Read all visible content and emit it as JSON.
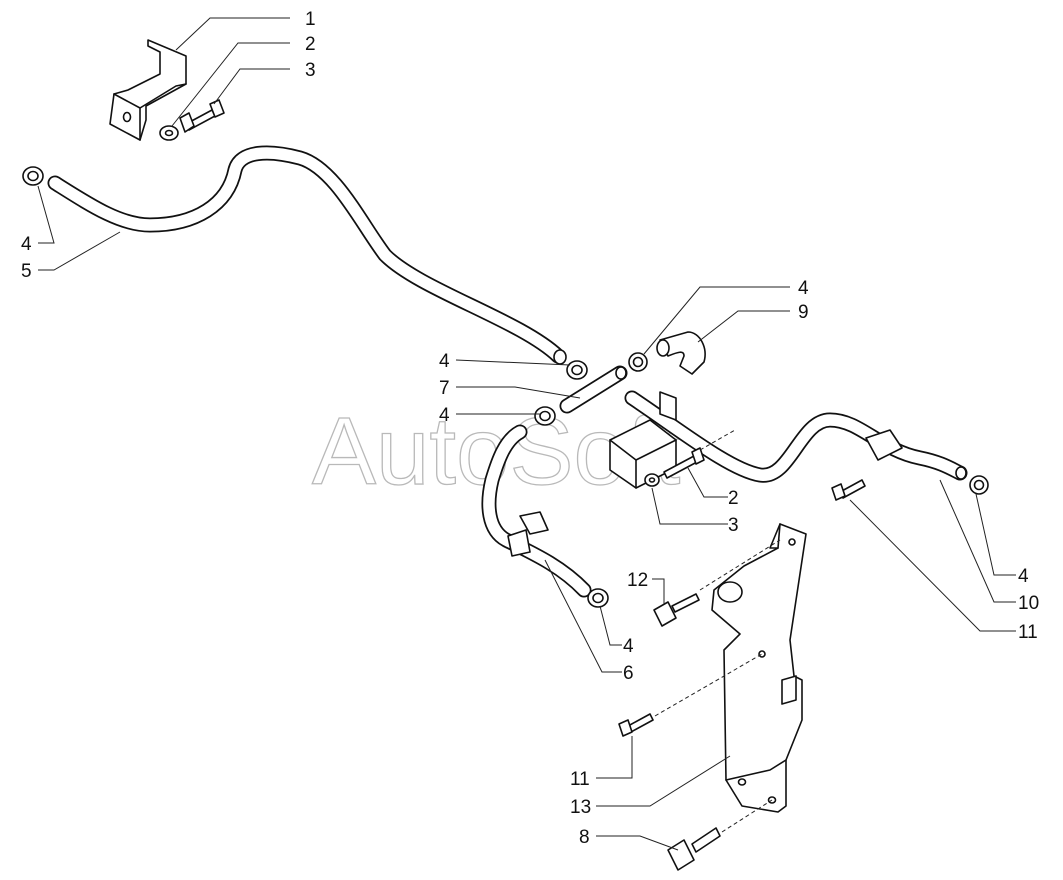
{
  "watermark": "AutoSoft",
  "callouts": {
    "c1": "1",
    "c2a": "2",
    "c3a": "3",
    "c4a": "4",
    "c5": "5",
    "c4b": "4",
    "c9": "9",
    "c4c": "4",
    "c7": "7",
    "c4d": "4",
    "c2b": "2",
    "c3b": "3",
    "c12": "12",
    "c4e": "4",
    "c6": "6",
    "c4f": "4",
    "c10": "10",
    "c11a": "11",
    "c11b": "11",
    "c13": "13",
    "c8": "8"
  }
}
